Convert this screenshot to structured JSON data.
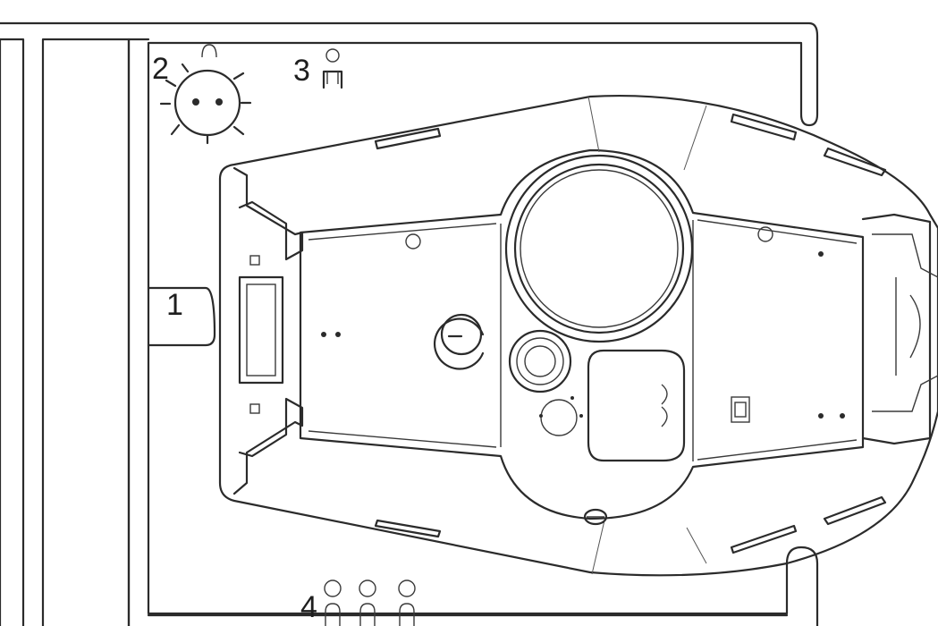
{
  "part_labels": {
    "part_1": "1",
    "part_2": "2",
    "part_3": "3",
    "part_4": "4"
  },
  "colors": {
    "line": "#2b2b2b",
    "background": "#ffffff"
  }
}
